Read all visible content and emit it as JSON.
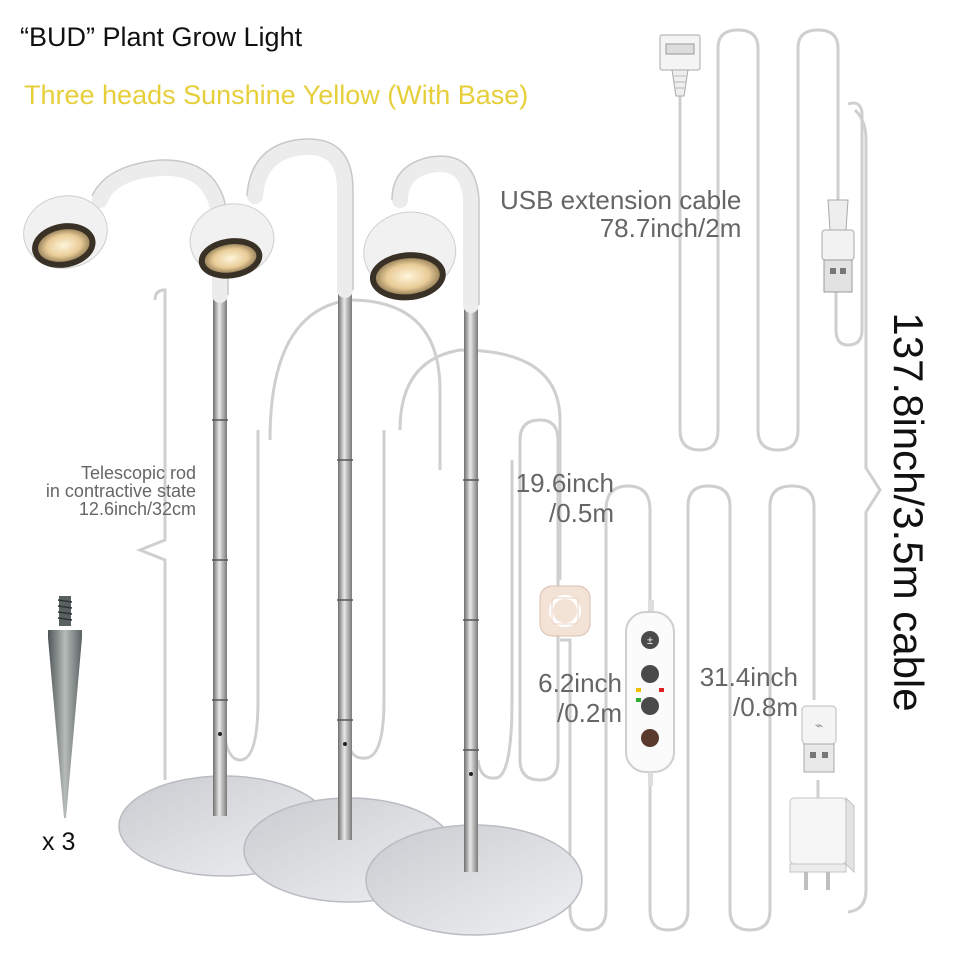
{
  "title": "“BUD”  Plant Grow Light",
  "subtitle": "Three heads Sunshine Yellow (With Base)",
  "labels": {
    "usb_cable": [
      "USB extension cable",
      "78.7inch/2m"
    ],
    "telescopic": [
      "Telescopic rod",
      "in contractive state",
      "12.6inch/32cm"
    ],
    "cable_196": [
      "19.6inch",
      "/0.5m"
    ],
    "cable_62": [
      "6.2inch",
      "/0.2m"
    ],
    "cable_314": [
      "31.4inch",
      "/0.8m"
    ],
    "total_cable": "137.8inch/3.5m cable",
    "stake_qty": "x 3"
  },
  "colors": {
    "title": "#111111",
    "subtitle": "#e6cf3a",
    "label": "#666666",
    "cable": "#cccccc",
    "lamp_shell": "#f1f1f1",
    "lamp_glow": "#f4deb2",
    "rod": "#a3a3a3",
    "base": "#dcdcdc"
  },
  "icons": [
    "lamp-head",
    "gooseneck",
    "telescopic-rod",
    "round-base",
    "ground-stake",
    "usb-connector",
    "dimmer-controller",
    "usb-adapter",
    "power-plug",
    "cable-splitter"
  ]
}
